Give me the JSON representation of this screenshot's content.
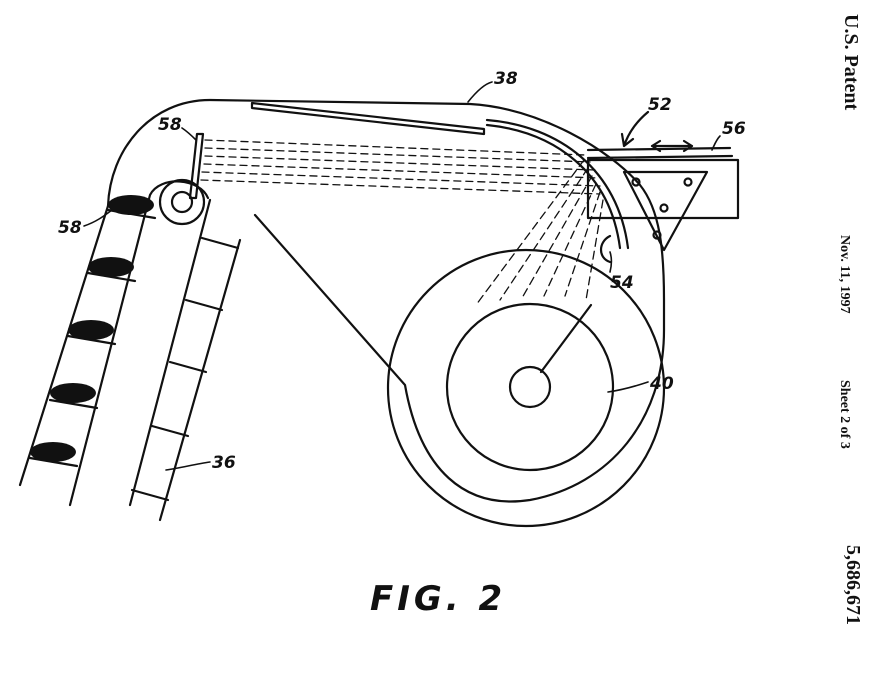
{
  "header": {
    "office": "U.S. Patent",
    "date": "Nov. 11, 1997",
    "sheet": "Sheet 2 of 3",
    "patent_number": "5,686,671"
  },
  "figure": {
    "caption": "FIG. 2",
    "reference_numerals": {
      "housing": "38",
      "chute": "52",
      "rod": "54",
      "bracket": "56",
      "bucket_upper": "58",
      "bucket_left": "58",
      "wheel": "40",
      "conveyor": "36"
    }
  }
}
